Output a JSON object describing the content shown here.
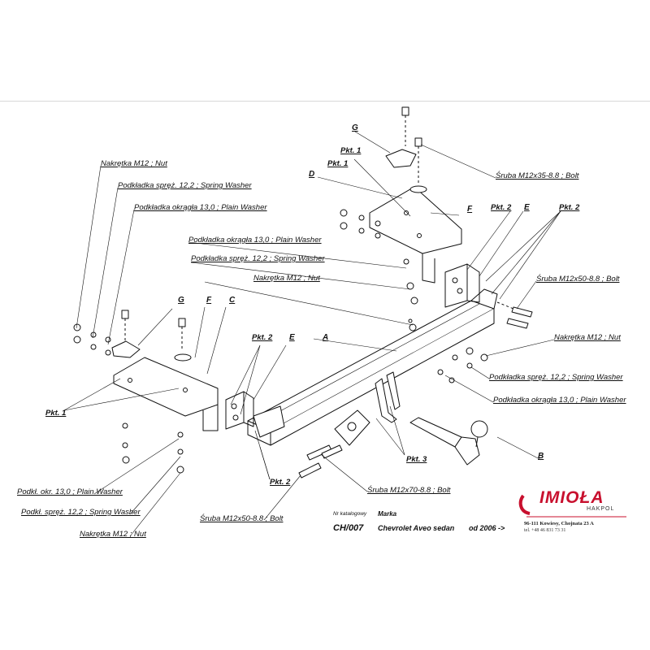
{
  "labels": {
    "nut_m12_tl": "Nakrętka  M12 ; Nut",
    "spring_washer_tl": "Podkładka spręż. 12,2 ; Spring Washer",
    "plain_washer_tl": "Podkładka okrągła 13,0 ;  Plain Washer",
    "plain_washer_mid": "Podkładka okrągła 13,0 ;  Plain Washer",
    "spring_washer_mid": "Podkładka spręż. 12,2 ; Spring Washer",
    "nut_m12_mid": "Nakrętka  M12 ; Nut",
    "bolt_35": "Śruba M12x35-8.8 ;  Bolt",
    "bolt_50_r": "Śruba M12x50-8.8 ;  Bolt",
    "nut_m12_r": "Nakrętka  M12 ; Nut",
    "spring_washer_r": "Podkładka spręż. 12,2 ; Spring Washer",
    "plain_washer_r": "Podkładka okrągła 13,0 ;  Plain Washer",
    "plain_washer_bl": "Podkł. okr. 13,0 ;  Plain Washer",
    "spring_washer_bl": "Podkł. spręż. 12,2 ; Spring Washer",
    "nut_m12_bl": "Nakrętka  M12 ; Nut",
    "bolt_70": "Śruba M12x70-8.8 ;  Bolt",
    "bolt_50_b": "Śruba M12x50-8.8 ;  Bolt"
  },
  "letters": {
    "G_top": "G",
    "D": "D",
    "F_top": "F",
    "E_top": "E",
    "G_left": "G",
    "F_left": "F",
    "C": "C",
    "E_mid": "E",
    "A": "A",
    "B": "B"
  },
  "points": {
    "pkt1_a": "Pkt. 1",
    "pkt1_b": "Pkt. 1",
    "pkt2_top": "Pkt. 2",
    "pkt2_right": "Pkt. 2",
    "pkt2_mid": "Pkt. 2",
    "pkt1_left": "Pkt. 1",
    "pkt3": "Pkt. 3",
    "pkt2_bottom": "Pkt. 2"
  },
  "catalog": {
    "nr_label": "Nr katalogowy",
    "nr_value": "CH/007",
    "brand_label": "Marka",
    "model": "Chevrolet Aveo sedan",
    "from": "od 2006 ->"
  },
  "company": {
    "name": "IMIOŁA",
    "sub": "HAKPOL",
    "address": "96-111 Kowiesy, Chojnata 23 A",
    "phone": "tel. +48 46 831 73 31",
    "brand_color": "#c8102e"
  }
}
